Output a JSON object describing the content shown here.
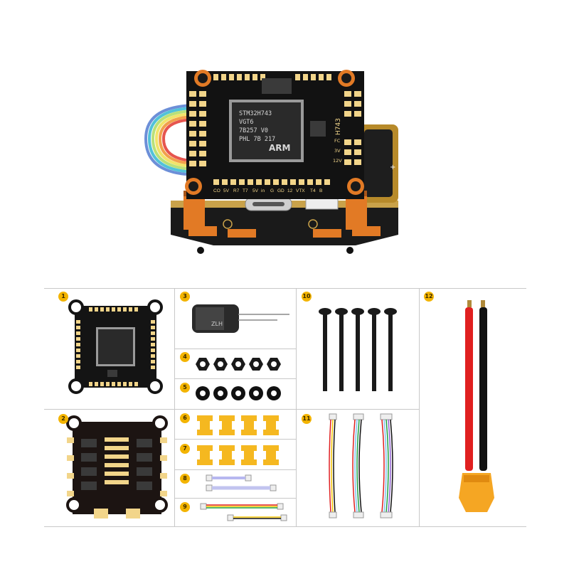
{
  "hero": {
    "mcu_lines": [
      "STM32H743",
      "VGT6",
      "7B257 V0",
      "PHL 7B 217"
    ],
    "mcu_brand": "ARM",
    "board_name": "H743",
    "pad_labels_bottom": [
      "CO",
      "5V",
      "R7",
      "T7",
      "5V",
      "in",
      "G",
      "GD",
      "12",
      "VTX",
      "T4",
      "B"
    ],
    "pad_labels_right": [
      "FC",
      "3V",
      "12V"
    ],
    "polarity": "+",
    "cap_text": "ZLH"
  },
  "items": [
    {
      "num": "1"
    },
    {
      "num": "2"
    },
    {
      "num": "3"
    },
    {
      "num": "4"
    },
    {
      "num": "5"
    },
    {
      "num": "6"
    },
    {
      "num": "7"
    },
    {
      "num": "8"
    },
    {
      "num": "9"
    },
    {
      "num": "10"
    },
    {
      "num": "11"
    },
    {
      "num": "12"
    }
  ],
  "colors": {
    "board": "#141414",
    "pad_gold": "#f2d58a",
    "standoff": "#e27a25",
    "badge": "#f3b400",
    "divider": "#c8c8c8",
    "wire_red": "#e02020",
    "wire_black": "#111111",
    "xt60": "#f5a623"
  }
}
